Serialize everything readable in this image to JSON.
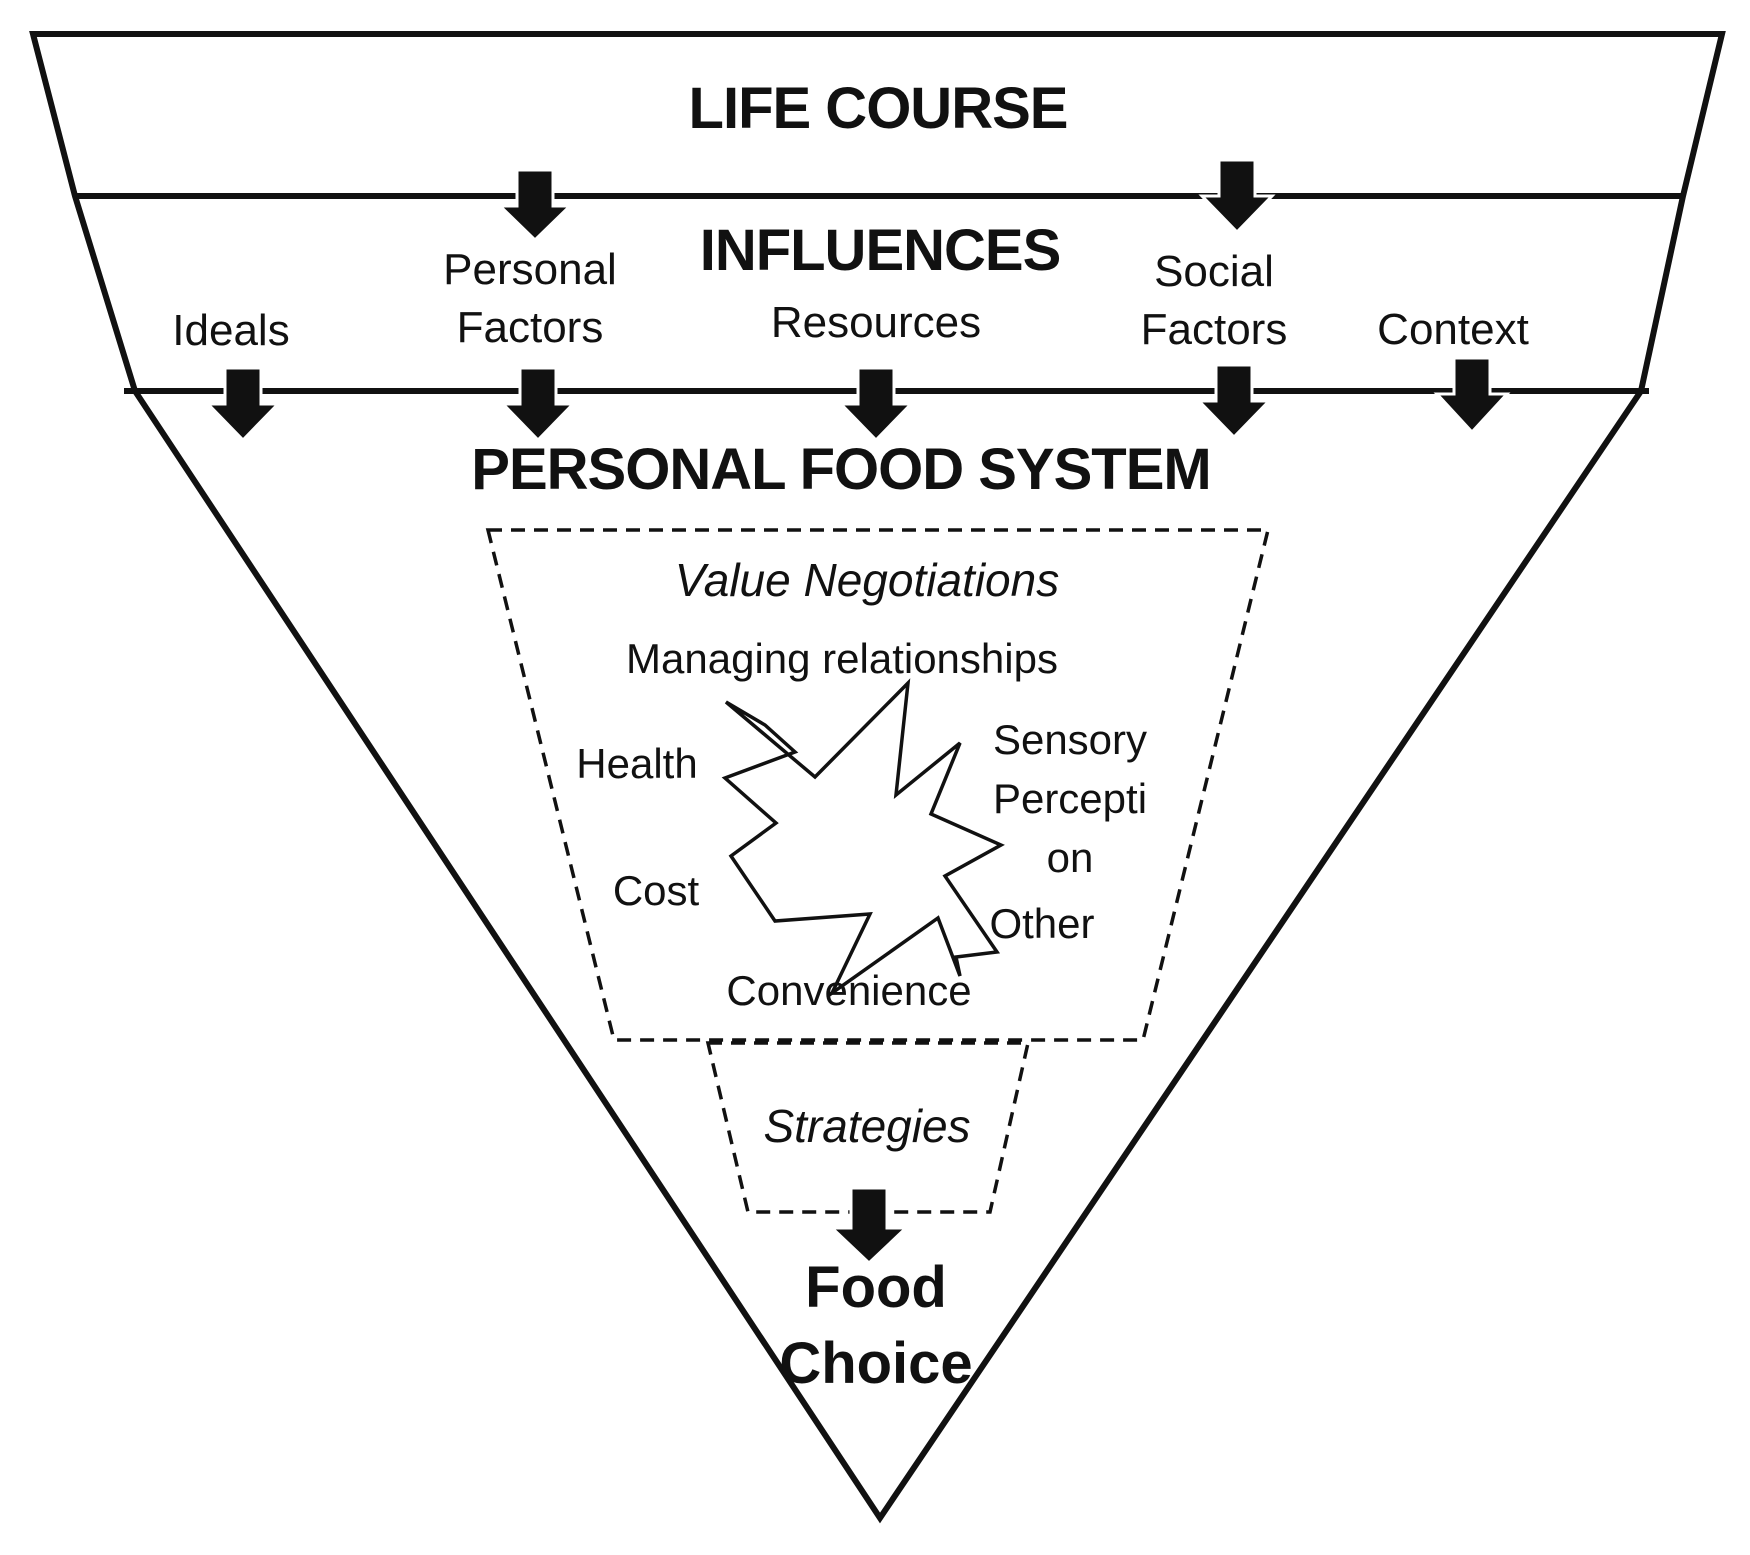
{
  "diagram": {
    "life_course": "LIFE COURSE",
    "influences": {
      "title": "INFLUENCES",
      "ideals": "Ideals",
      "personal_factors": [
        "Personal",
        "Factors"
      ],
      "resources": "Resources",
      "social_factors": [
        "Social",
        "Factors"
      ],
      "context": "Context"
    },
    "personal_food_system": "PERSONAL FOOD SYSTEM",
    "value_negotiations": {
      "title": "Value Negotiations",
      "managing_relationships": "Managing relationships",
      "health": "Health",
      "cost": "Cost",
      "sensory_perception": [
        "Sensory",
        "Percepti",
        "on"
      ],
      "other": "Other",
      "convenience": "Convenience"
    },
    "strategies": "Strategies",
    "food_choice": [
      "Food",
      "Choice"
    ]
  }
}
